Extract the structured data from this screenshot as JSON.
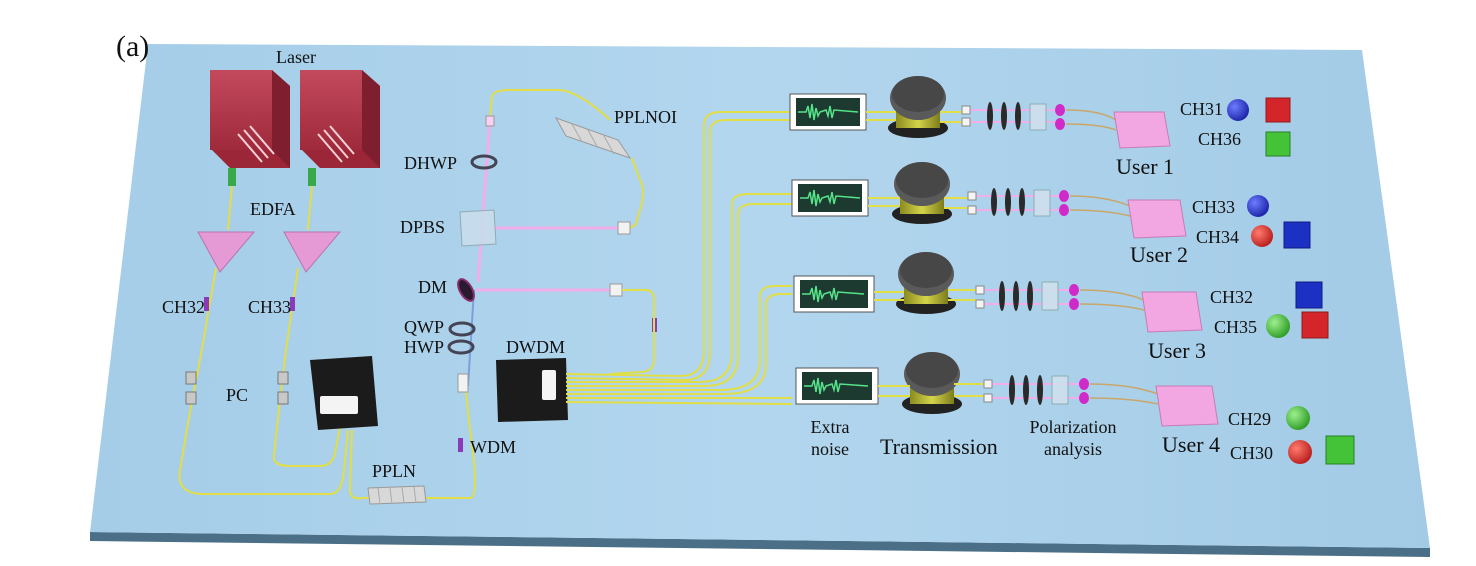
{
  "panel_label": "(a)",
  "labels": {
    "laser": "Laser",
    "edfa": "EDFA",
    "ch32_left": "CH32",
    "ch33_left": "CH33",
    "pc": "PC",
    "pplnoi": "PPLNOI",
    "dhwp": "DHWP",
    "dpbs": "DPBS",
    "dm": "DM",
    "qwp": "QWP",
    "hwp": "HWP",
    "dwdm": "DWDM",
    "wdm": "WDM",
    "ppln": "PPLN",
    "extra_noise_1": "Extra",
    "extra_noise_2": "noise",
    "transmission": "Transmission",
    "polarization_1": "Polarization",
    "polarization_2": "analysis"
  },
  "users": [
    {
      "name": "User 1",
      "channels": [
        "CH31",
        "CH36"
      ]
    },
    {
      "name": "User 2",
      "channels": [
        "CH33",
        "CH34"
      ]
    },
    {
      "name": "User 3",
      "channels": [
        "CH32",
        "CH35"
      ]
    },
    {
      "name": "User 4",
      "channels": [
        "CH29",
        "CH30"
      ]
    }
  ],
  "colors": {
    "board": "#a9cfe9",
    "board_edge": "#5b88a6",
    "laser": "#b4344a",
    "edfa": "#e69ad8",
    "fiber": "#e4e04a",
    "beam": "#f0a8e8",
    "user_box": "#f2a8e4",
    "red": "#d8262a",
    "blue": "#1b2fc4",
    "green": "#46c43a"
  }
}
